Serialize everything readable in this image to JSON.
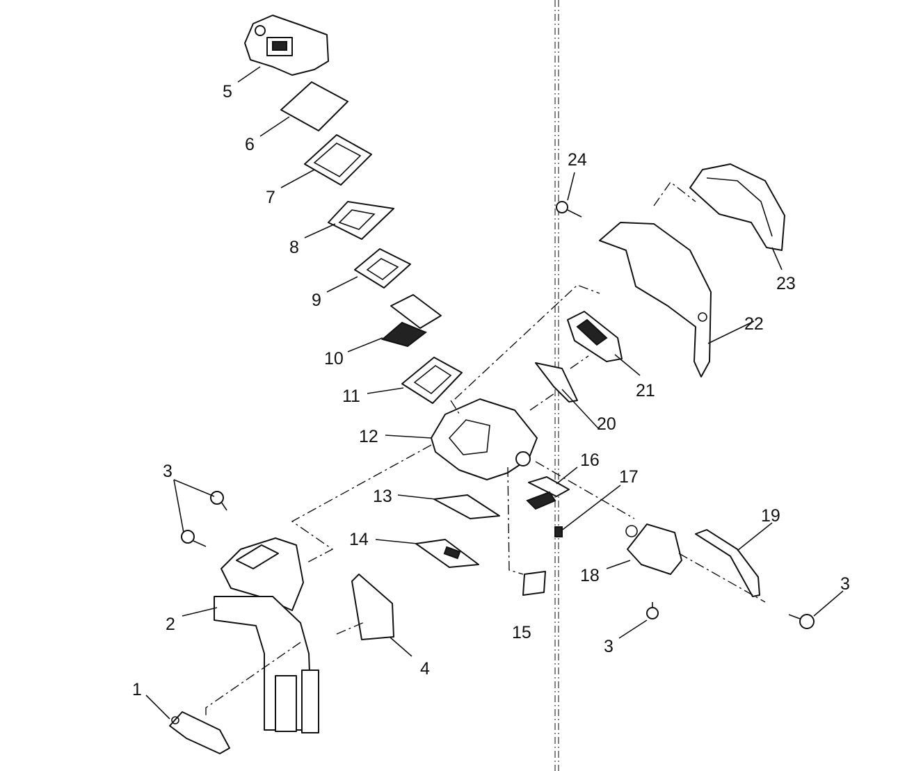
{
  "callouts": {
    "c1": "1",
    "c2": "2",
    "c3a": "3",
    "c3b": "3",
    "c3c": "3",
    "c4": "4",
    "c5": "5",
    "c6": "6",
    "c7": "7",
    "c8": "8",
    "c9": "9",
    "c10": "10",
    "c11": "11",
    "c12": "12",
    "c13": "13",
    "c14": "14",
    "c15": "15",
    "c16": "16",
    "c17": "17",
    "c18": "18",
    "c19": "19",
    "c20": "20",
    "c21": "21",
    "c22": "22",
    "c23": "23",
    "c24": "24"
  }
}
